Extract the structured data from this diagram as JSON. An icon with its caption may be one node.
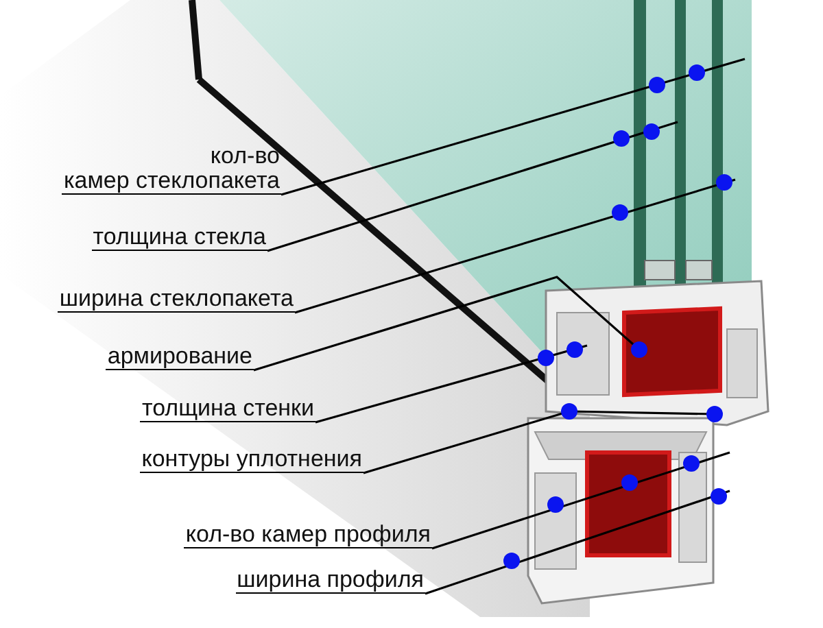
{
  "diagram": {
    "nodes": [
      {
        "text": [
          "кол-во камер стеклопакета"
        ]
      },
      {
        "text": [
          "толщина стекла"
        ]
      },
      {
        "text": [
          "ширина стеклопакета"
        ]
      },
      {
        "text": [
          "армирование"
        ]
      },
      {
        "text": [
          "толщина стенки"
        ]
      },
      {
        "text": [
          "контуры уплотнения"
        ]
      },
      {
        "text": [
          "кол-во камер профиля"
        ]
      },
      {
        "text": [
          "ширина профиля"
        ]
      }
    ],
    "edges": [
      {
        "from": 0,
        "to": null,
        "arrow": "none"
      },
      {
        "from": 1,
        "to": null,
        "arrow": "none"
      },
      {
        "from": 2,
        "to": null,
        "arrow": "none"
      },
      {
        "from": 3,
        "to": null,
        "arrow": "none"
      },
      {
        "from": 4,
        "to": null,
        "arrow": "none"
      },
      {
        "from": 5,
        "to": null,
        "arrow": "none"
      },
      {
        "from": 6,
        "to": null,
        "arrow": "none"
      },
      {
        "from": 7,
        "to": null,
        "arrow": "none"
      }
    ]
  }
}
